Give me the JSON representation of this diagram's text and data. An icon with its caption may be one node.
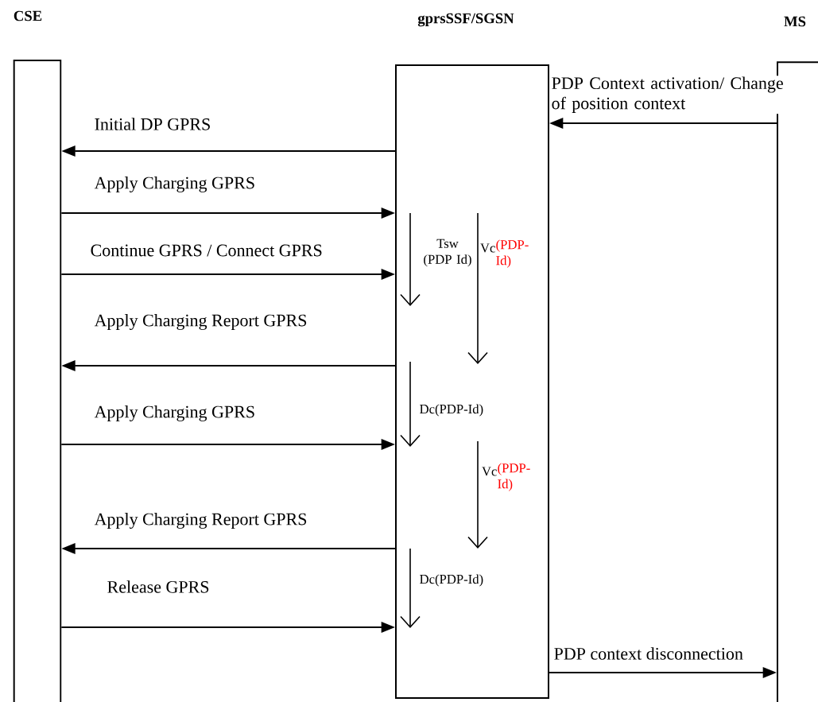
{
  "diagram": {
    "nodes": [
      {
        "text": [
          "CSE"
        ]
      },
      {
        "text": [
          "gprsSSF/SGSN"
        ]
      },
      {
        "text": [
          "MS"
        ]
      }
    ],
    "edges": [
      {
        "from": 2,
        "to": 1,
        "arrow": "to",
        "label": "PDP Context activation/ Change of position context"
      },
      {
        "from": 1,
        "to": 0,
        "arrow": "to",
        "label": "Initial DP GPRS"
      },
      {
        "from": 0,
        "to": 1,
        "arrow": "to",
        "label": "Apply Charging GPRS"
      },
      {
        "from": 0,
        "to": 1,
        "arrow": "to",
        "label": "Continue GPRS / Connect GPRS"
      },
      {
        "from": 1,
        "to": 0,
        "arrow": "to",
        "label": "Apply Charging Report GPRS"
      },
      {
        "from": 0,
        "to": 1,
        "arrow": "to",
        "label": "Apply Charging GPRS"
      },
      {
        "from": 1,
        "to": 0,
        "arrow": "to",
        "label": "Apply Charging Report GPRS"
      },
      {
        "from": 0,
        "to": 1,
        "arrow": "to",
        "label": "Release GPRS"
      },
      {
        "from": 1,
        "to": 2,
        "arrow": "to",
        "label": "PDP context disconnection"
      }
    ],
    "labels": [
      "Tsw (PDP Id)",
      "Vc",
      "(PDP-Id)",
      "Dc(PDP-Id)",
      "Vc",
      "(PDP-Id)",
      "Dc(PDP-Id)"
    ]
  }
}
